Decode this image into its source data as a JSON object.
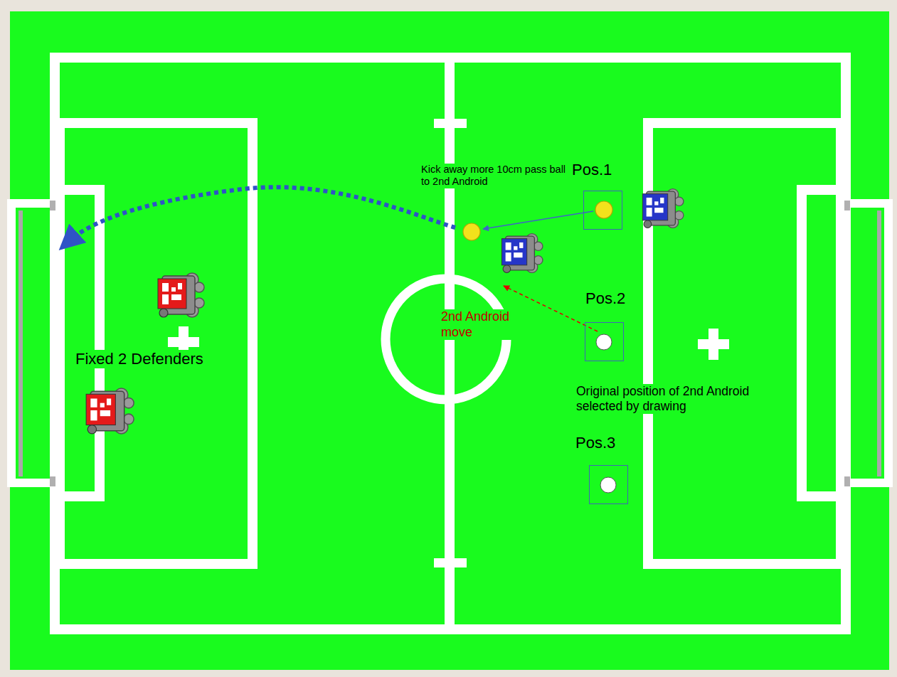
{
  "diagram": {
    "nodes": [
      {
        "text": [
          "Pos.1"
        ]
      },
      {
        "text": [
          "Pos.2"
        ]
      },
      {
        "text": [
          "Pos.3"
        ]
      }
    ],
    "labels": [
      "Kick away more 10cm pass ball to 2nd Android",
      "2nd Android move",
      "Original position of 2nd Android selected by drawing",
      "Fixed 2 Defenders"
    ]
  }
}
